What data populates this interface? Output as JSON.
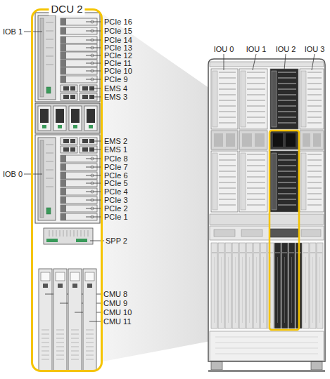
{
  "diagram": {
    "nodes": [
      {
        "text": [
          "DCU 2"
        ]
      }
    ],
    "labels": [
      "IOB 1",
      "PCIe 16",
      "PCIe 15",
      "PCIe 14",
      "PCIe 13",
      "PCIe 12",
      "PCIe 11",
      "PCIe 10",
      "PCIe 9",
      "EMS 4",
      "EMS 3",
      "EMS 2",
      "EMS 1",
      "PCIe 8",
      "PCIe 7",
      "PCIe 6",
      "PCIe 5",
      "PCIe 4",
      "PCIe 3",
      "PCIe 2",
      "PCIe 1",
      "IOB 0",
      "SPP 2",
      "CMU 8",
      "CMU 9",
      "CMU 10",
      "CMU 11",
      "IOU 0",
      "IOU 1",
      "IOU 2",
      "IOU 3"
    ]
  }
}
